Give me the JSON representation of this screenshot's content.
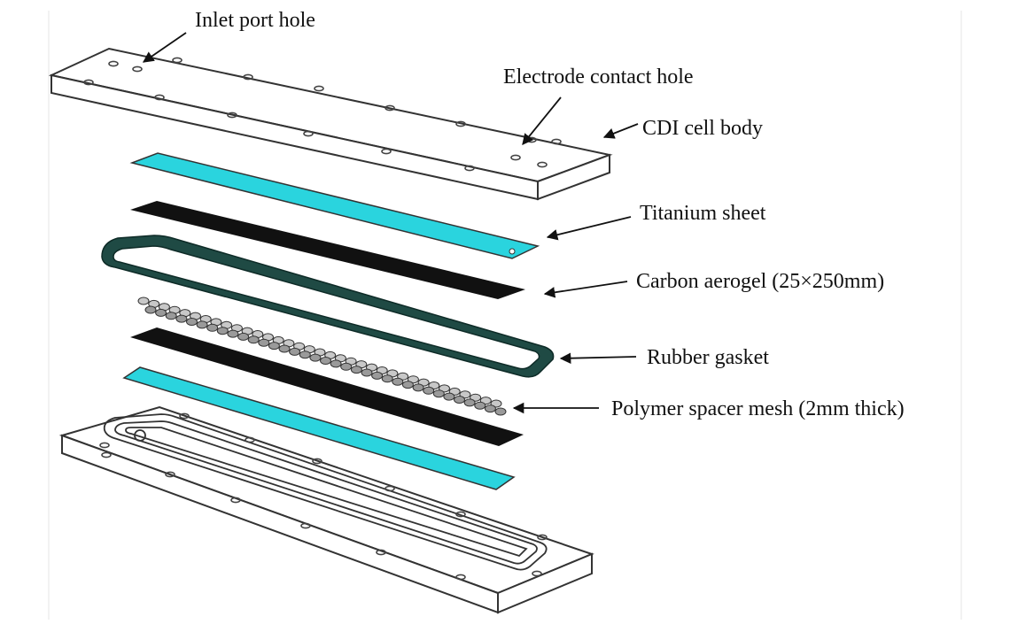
{
  "labels": {
    "inlet_port_hole": "Inlet port hole",
    "electrode_contact_hole": "Electrode contact hole",
    "cdi_cell_body": "CDI cell body",
    "titanium_sheet": "Titanium sheet",
    "carbon_aerogel": "Carbon aerogel (25×250mm)",
    "rubber_gasket": "Rubber gasket",
    "polymer_spacer_mesh": "Polymer spacer mesh (2mm thick)"
  },
  "colors": {
    "titanium_sheet": "#2ad4de",
    "carbon_aerogel": "#111111",
    "rubber_gasket": "#1f4a44",
    "plate_outline": "#333333"
  }
}
